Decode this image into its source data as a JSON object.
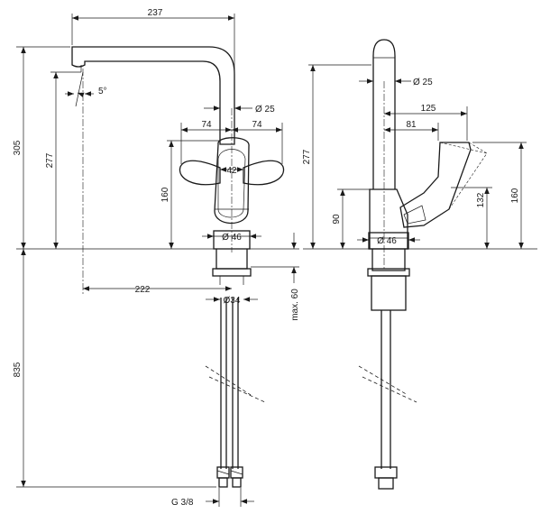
{
  "dimensions": {
    "left_view": {
      "width_237": "237",
      "height_305": "305",
      "height_277": "277",
      "angle_5": "5°",
      "spout_dia_25": "Ø 25",
      "lever_74_left": "74",
      "lever_74_right": "74",
      "handle_42": "42",
      "height_160": "160",
      "base_dia_46": "Ø 46",
      "reach_222": "222",
      "shank_dia_34": "Ø34",
      "max_60": "max. 60",
      "length_835": "835",
      "thread_g38": "G 3/8"
    },
    "right_view": {
      "height_277": "277",
      "spout_dia_25": "Ø 25",
      "dim_125": "125",
      "dim_81": "81",
      "height_132": "132",
      "height_160": "160",
      "height_90": "90",
      "base_dia_46": "Ø 46"
    }
  }
}
